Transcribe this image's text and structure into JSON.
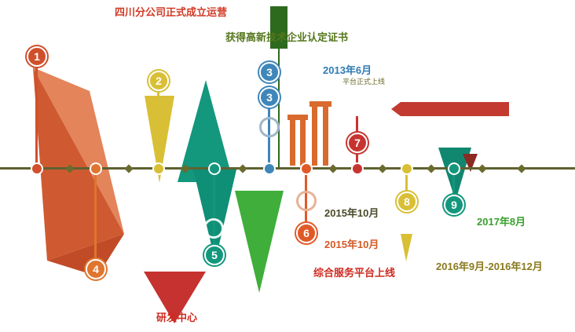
{
  "page": {
    "background": "#ffffff"
  },
  "timeline": {
    "axis_color": "#5f6130"
  },
  "milestones": [
    {
      "number": "1",
      "color": "#d0502c",
      "label": "四川分公司正式成立运营",
      "label_color": "#d13a25"
    },
    {
      "number": "2",
      "color": "#d9bf35",
      "label": "获得高新技术企业认定证书",
      "label_color": "#55761c"
    },
    {
      "number": "3",
      "color": "#3f86ba",
      "label": "2013年6月",
      "sub_label": "平台正式上线",
      "label_color": "#2f7cb5",
      "sub_label_color": "#6a6a2a"
    },
    {
      "number": "4",
      "color": "#df752e",
      "label": "研发中心",
      "label_color": "#cf2b20"
    },
    {
      "number": "5",
      "color": "#12977d",
      "label": "2015年10月",
      "label_color": "#4a4a2a"
    },
    {
      "number": "6",
      "color": "#df5a28",
      "label": "2015年10月",
      "label_color": "#d35a28"
    },
    {
      "number": "7",
      "color": "#c73430",
      "label": "综合服务平台上线",
      "label_color": "#cf2b20"
    },
    {
      "number": "8",
      "color": "#d9bf35",
      "label": "2016年9月-2016年12月",
      "label_color": "#8a7a1e"
    },
    {
      "number": "9",
      "color": "#12977d",
      "label": "2017年8月",
      "label_color": "#3aa02e"
    }
  ]
}
